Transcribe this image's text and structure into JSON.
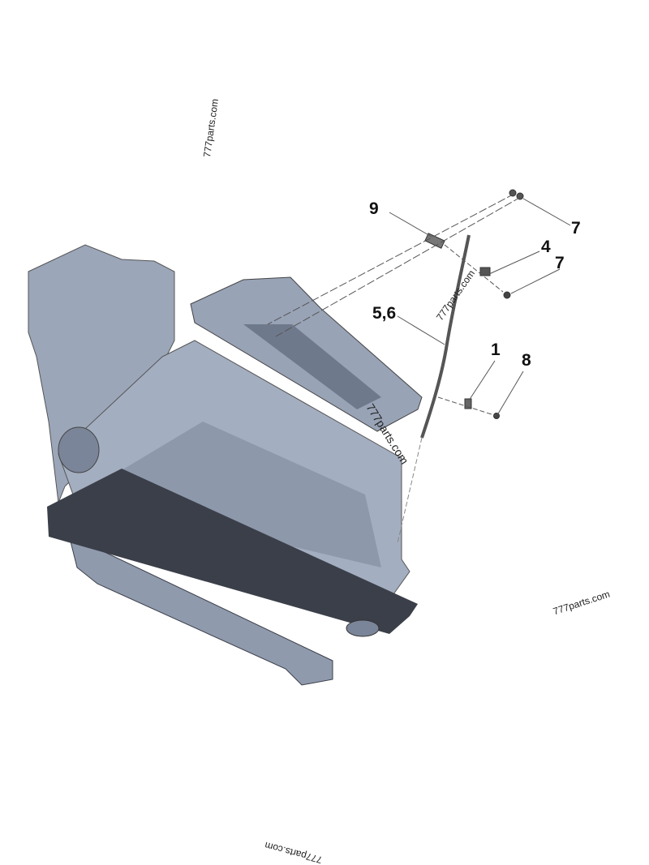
{
  "callouts": {
    "c9": "9",
    "c7a": "7",
    "c4": "4",
    "c7b": "7",
    "c56": "5,6",
    "c1": "1",
    "c8": "8"
  },
  "watermarks": {
    "w1": "777parts.com",
    "w2": "777parts.com",
    "w3": "777parts.com",
    "w4": "777parts.com",
    "w5": "777parts.com"
  },
  "colors": {
    "body": "#9ba6b9",
    "shade": "#7b8599",
    "dark": "#3b3f49"
  }
}
